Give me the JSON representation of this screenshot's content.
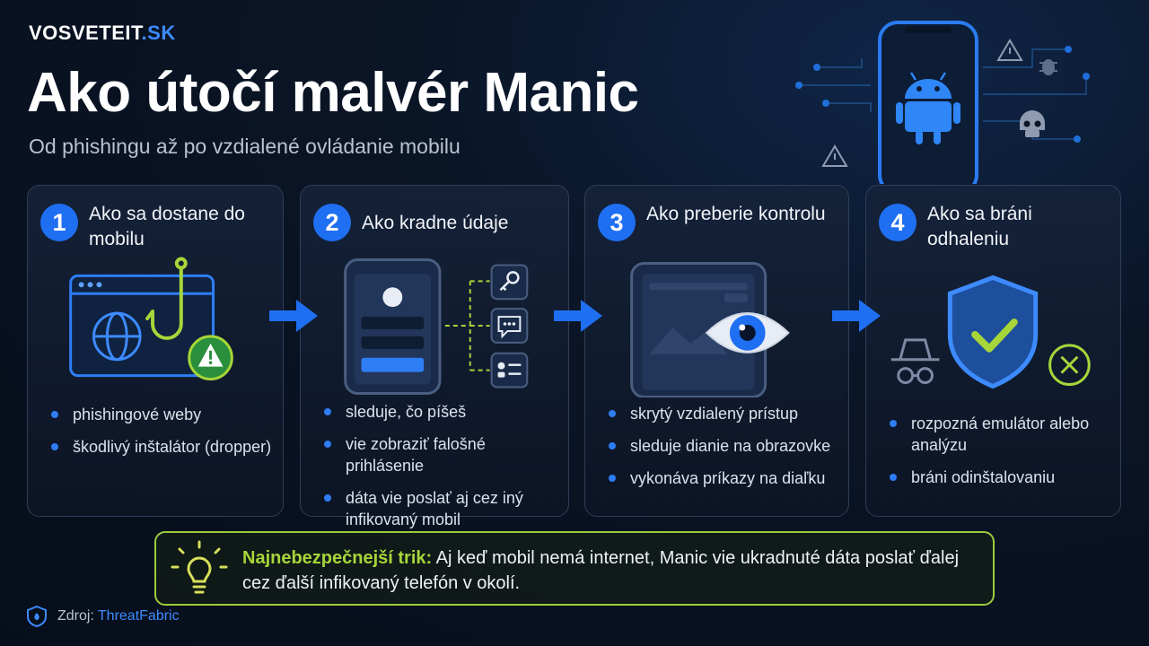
{
  "brand": {
    "part1": "VOSVETEIT",
    "part2": ".SK"
  },
  "title": "Ako útočí malvér Manic",
  "subtitle": "Od phishingu až po vzdialené ovládanie mobilu",
  "steps": [
    {
      "number": "1",
      "title": "Ako sa dostane do mobilu",
      "bullets": [
        "phishingové weby",
        "škodlivý inštalátor (dropper)"
      ]
    },
    {
      "number": "2",
      "title": "Ako kradne údaje",
      "bullets": [
        "sleduje, čo píšeš",
        "vie zobraziť falošné prihlásenie",
        "dáta vie poslať aj cez iný infikovaný mobil"
      ]
    },
    {
      "number": "3",
      "title": "Ako preberie kontrolu",
      "bullets": [
        "skrytý vzdialený prístup",
        "sleduje dianie na obrazovke",
        "vykonáva príkazy na diaľku"
      ]
    },
    {
      "number": "4",
      "title": "Ako sa bráni odhaleniu",
      "bullets": [
        "rozpozná emulátor alebo analýzu",
        "bráni odinštalovaniu"
      ]
    }
  ],
  "tip": {
    "highlight": "Najnebezpečnejší trik:",
    "text": " Aj keď mobil nemá internet, Manic vie ukradnuté dáta poslať ďalej cez ďalší infikovaný telefón v okolí."
  },
  "source": {
    "label": "Zdroj:",
    "value": "ThreatFabric"
  },
  "colors": {
    "accent": "#1f6ff2",
    "highlight": "#a6d63a",
    "background": "#070e1b"
  },
  "icons": [
    "android-icon",
    "warning-icon",
    "bug-icon",
    "skull-icon",
    "browser-icon",
    "globe-icon",
    "fishhook-icon",
    "phone-icon",
    "key-icon",
    "chat-icon",
    "contact-icon",
    "eye-icon",
    "shield-check-icon",
    "spy-icon",
    "close-circle-icon",
    "arrow-right-icon",
    "lightbulb-icon",
    "shield-logo-icon"
  ]
}
